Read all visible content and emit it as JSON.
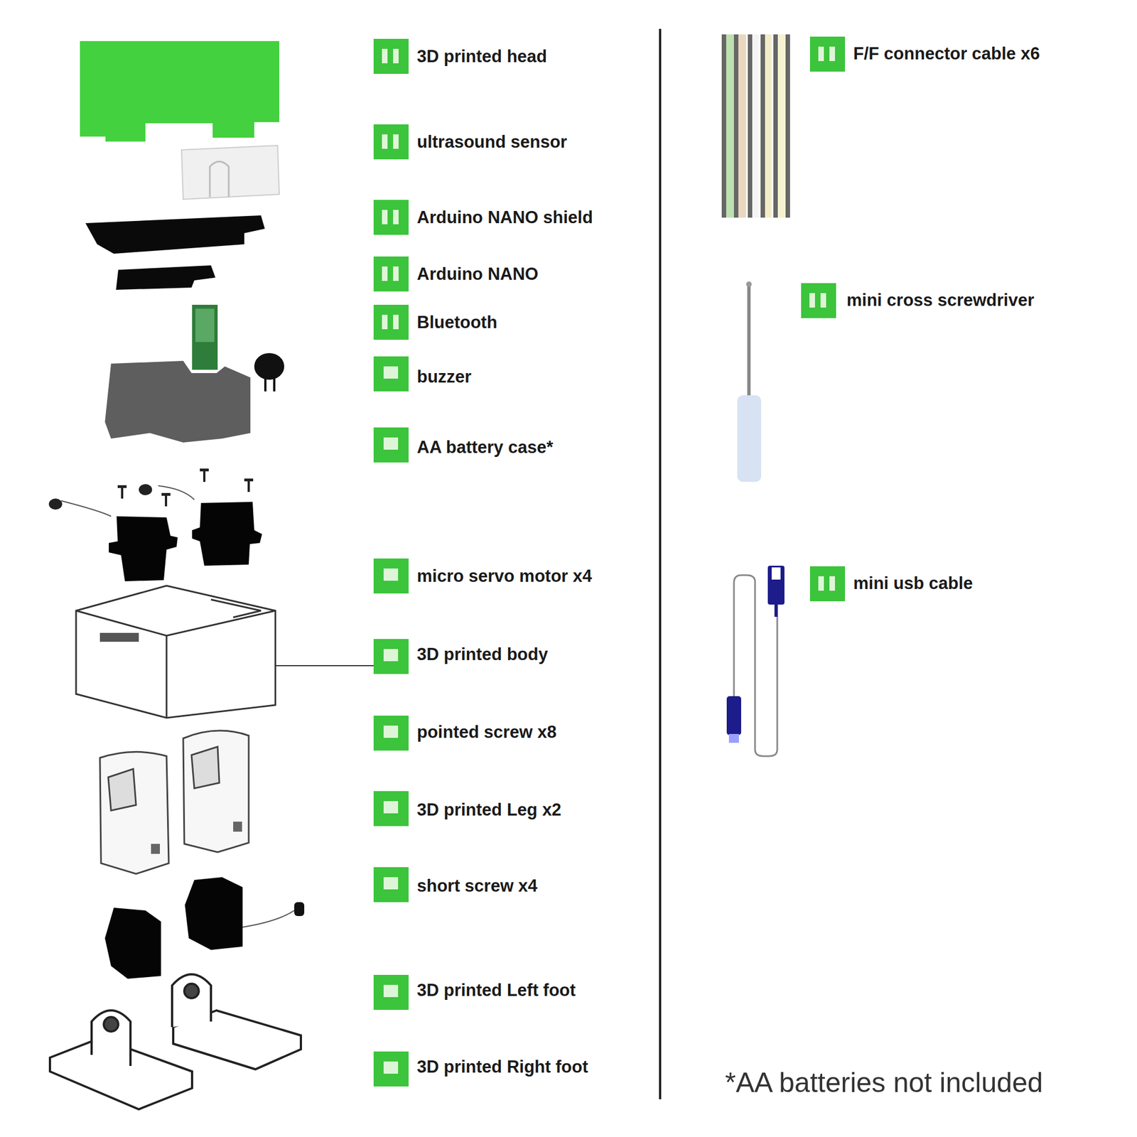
{
  "diagram": {
    "labels": [
      "3D printed head",
      "ultrasound sensor",
      "Arduino NANO shield",
      "Arduino NANO",
      "Bluetooth",
      "buzzer",
      "AA battery case*",
      "micro servo motor x4",
      "3D printed body",
      "pointed screw x8",
      "3D printed Leg x2",
      "short screw x4",
      "3D printed Left foot",
      "3D printed Right foot",
      "F/F connector cable x6",
      "mini cross screwdriver",
      "mini usb cable",
      "*AA batteries not included"
    ]
  }
}
